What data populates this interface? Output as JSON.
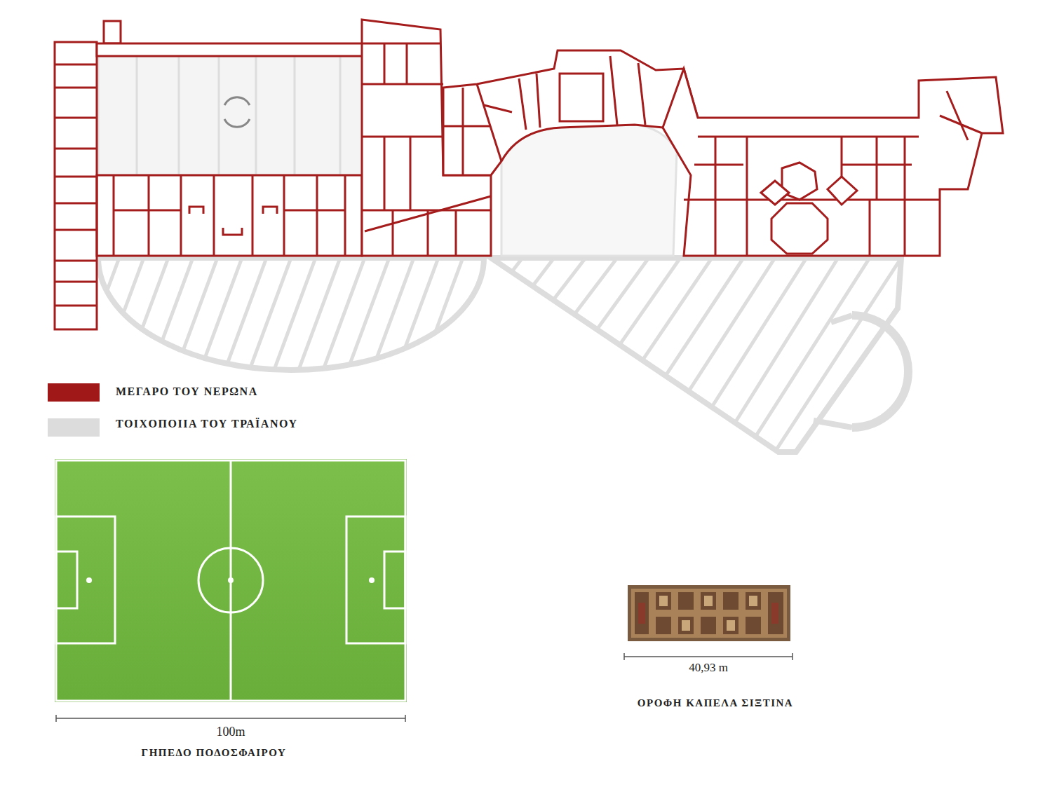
{
  "diagram": {
    "labels": [
      "100m",
      "ΓΗΠΕΔΟ ΠΟΔΟΣΦΑΙΡΟΥ",
      "40,93 m",
      "ΟΡΟΦΗ ΚΑΠΕΛΑ ΣΙΞΤΙΝΑ"
    ],
    "legend": [
      {
        "text": "ΜΕΓΑΡΟ ΤΟΥ ΝΕΡΩΝΑ",
        "color": "#a01818"
      },
      {
        "text": "ΤΟΙΧΟΠΟΙΙΑ ΤΟΥ ΤΡΑΪΑΝΟΥ",
        "color": "#dcdcdc"
      }
    ]
  }
}
